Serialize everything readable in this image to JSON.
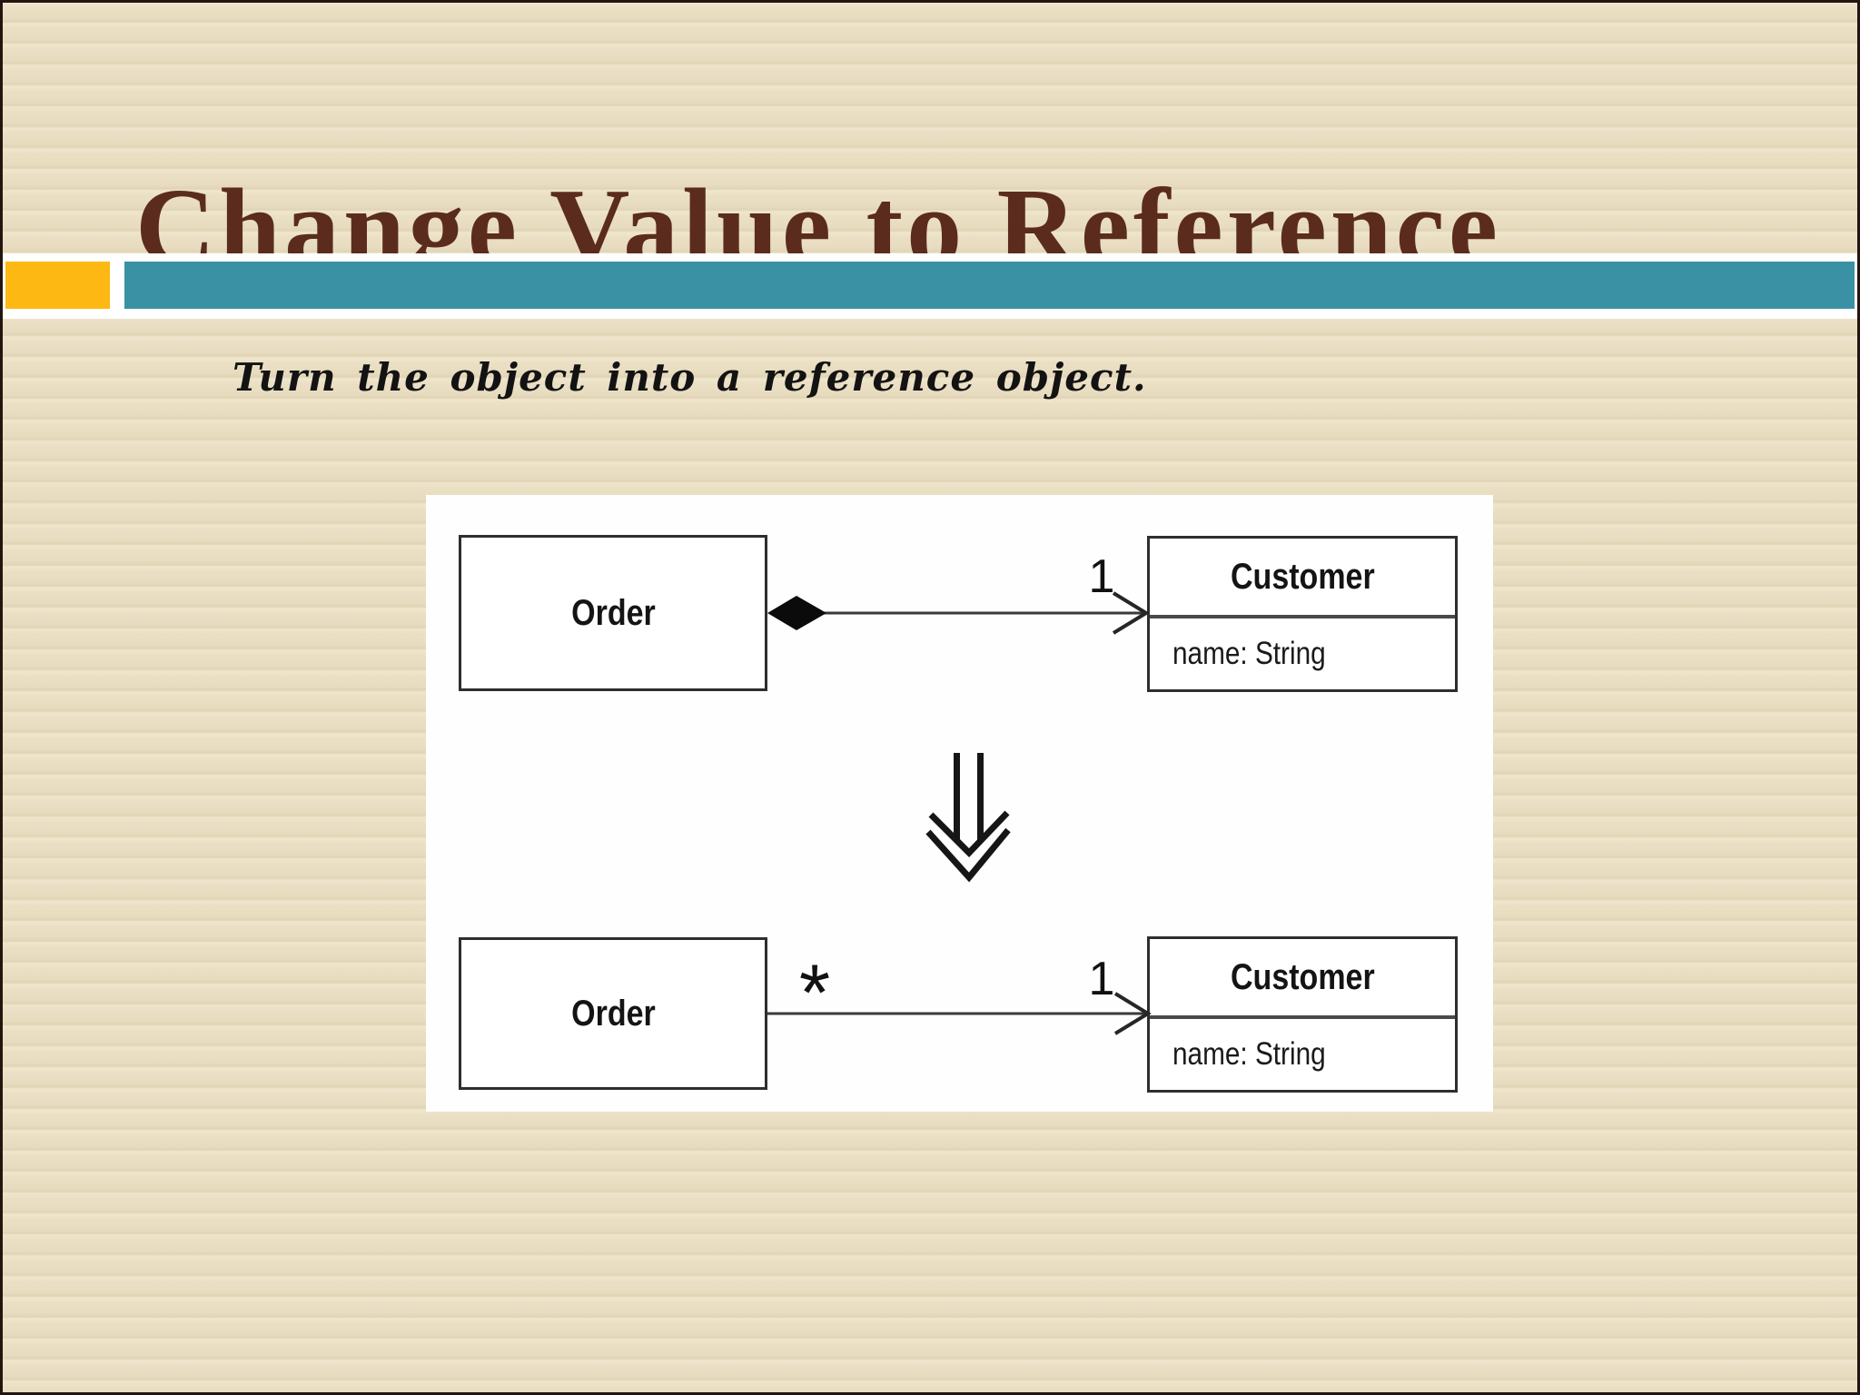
{
  "slide": {
    "title": "Change Value to Reference",
    "subtitle": "Turn the object into a reference object."
  },
  "colors": {
    "title_text": "#5b2c1d",
    "subtitle_text": "#131313",
    "accent_yellow": "#fdb813",
    "accent_teal": "#3a91a4",
    "background_beige": "#eadfc4",
    "slide_border": "#241410",
    "diagram_panel": "#ffffff",
    "diagram_ink": "#2e2e2e"
  },
  "diagram": {
    "before": {
      "source_class": {
        "name": "Order"
      },
      "target_class": {
        "name": "Customer",
        "attributes": [
          "name: String"
        ]
      },
      "association": {
        "source_adornment": "composition-diamond",
        "target_adornment": "open-arrowhead",
        "target_multiplicity": "1"
      }
    },
    "transform": {
      "symbol": "double-down-arrow"
    },
    "after": {
      "source_class": {
        "name": "Order"
      },
      "target_class": {
        "name": "Customer",
        "attributes": [
          "name: String"
        ]
      },
      "association": {
        "source_multiplicity": "*",
        "target_adornment": "open-arrowhead",
        "target_multiplicity": "1"
      }
    }
  }
}
